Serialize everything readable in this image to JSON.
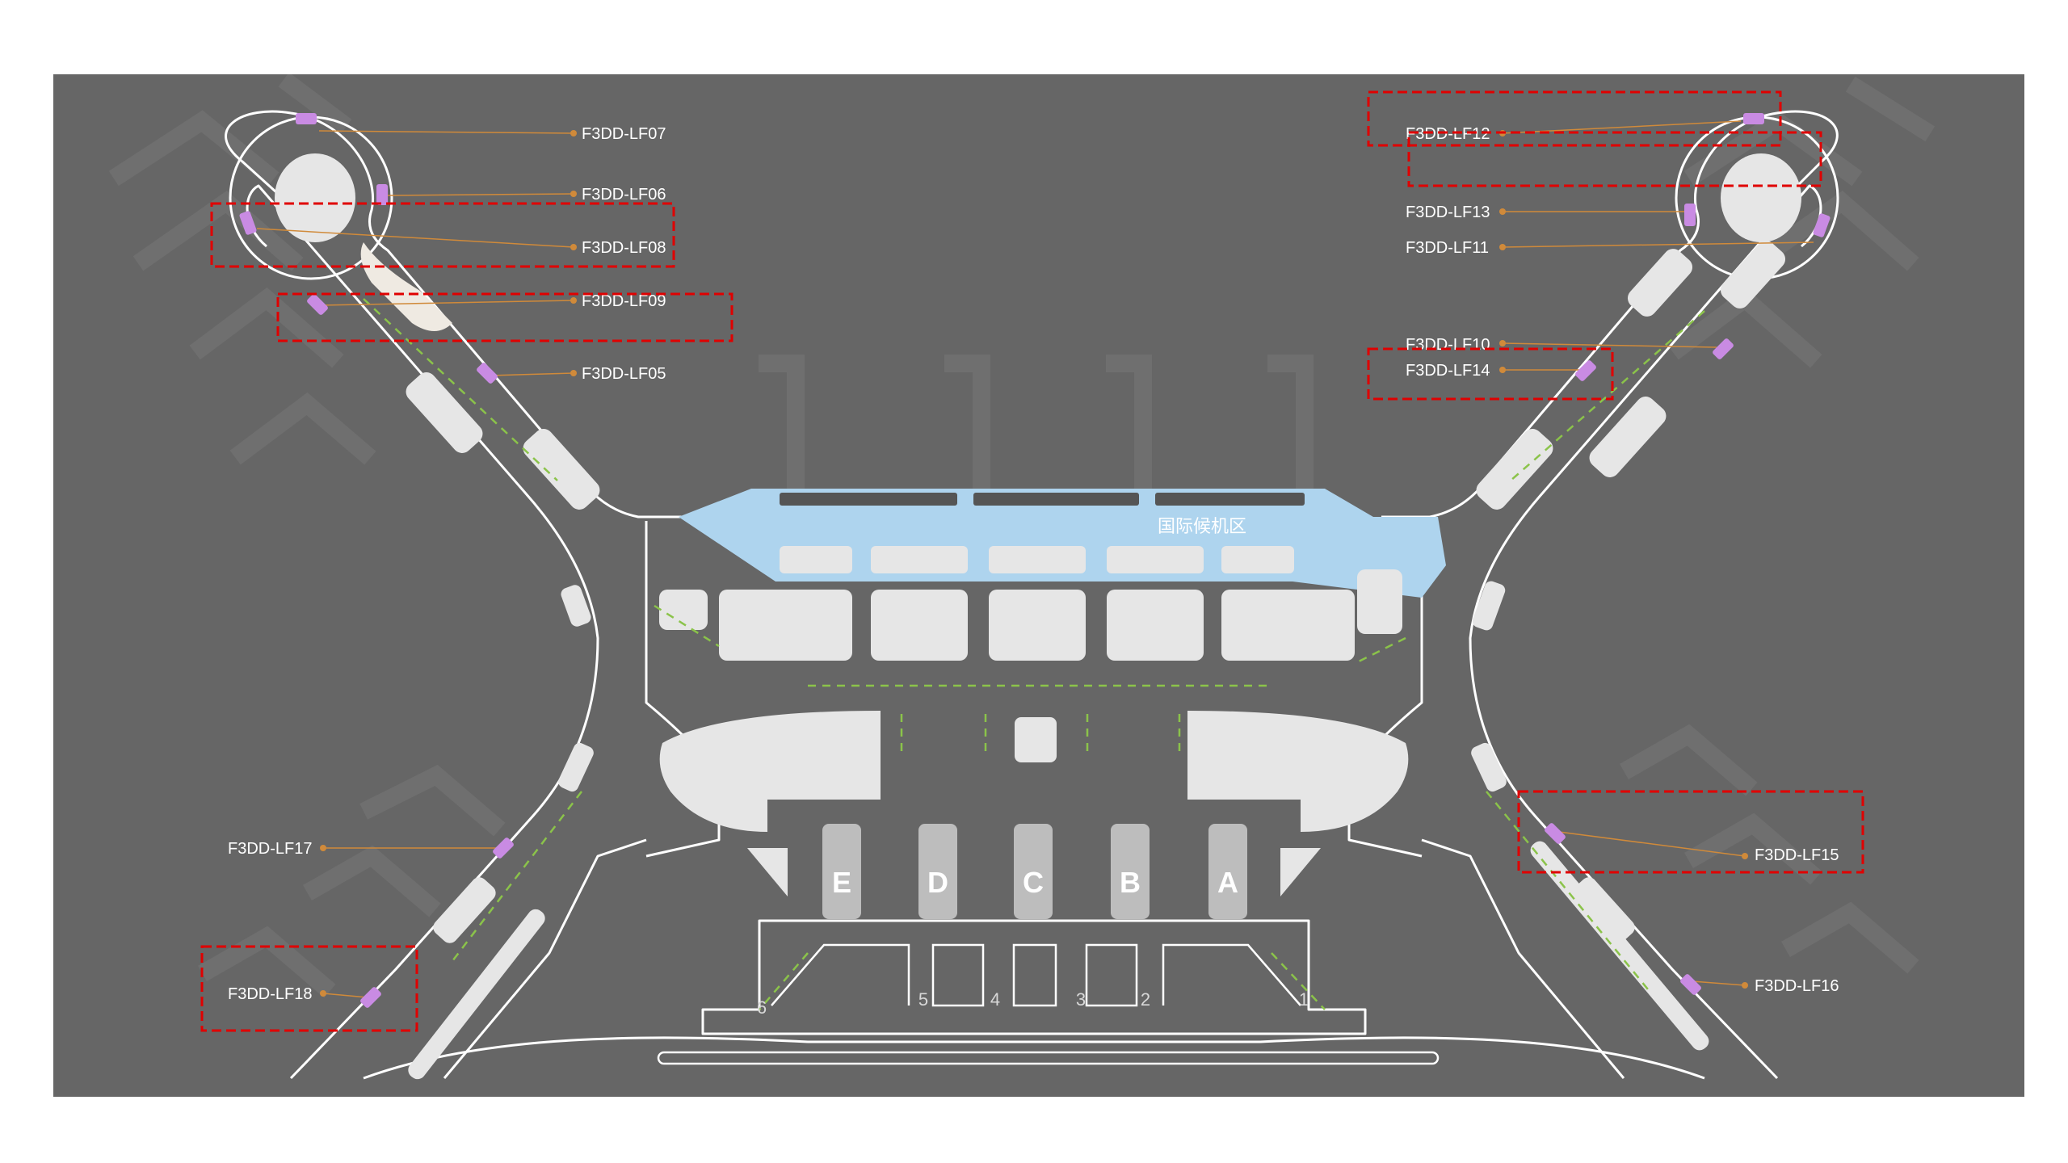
{
  "zone_label": "国际候机区",
  "shops": [
    {
      "id": "F3DD-LF07"
    },
    {
      "id": "F3DD-LF06"
    },
    {
      "id": "F3DD-LF08"
    },
    {
      "id": "F3DD-LF09"
    },
    {
      "id": "F3DD-LF05"
    },
    {
      "id": "F3DD-LF12"
    },
    {
      "id": "F3DD-LF13"
    },
    {
      "id": "F3DD-LF11"
    },
    {
      "id": "F3DD-LF10"
    },
    {
      "id": "F3DD-LF14"
    },
    {
      "id": "F3DD-LF17"
    },
    {
      "id": "F3DD-LF18"
    },
    {
      "id": "F3DD-LF15"
    },
    {
      "id": "F3DD-LF16"
    }
  ],
  "gates": [
    "E",
    "D",
    "C",
    "B",
    "A"
  ],
  "entrances": [
    "6",
    "5",
    "4",
    "3",
    "2",
    "1"
  ],
  "colors": {
    "background": "#666666",
    "floor": "#ffffff",
    "shop_marker": "#c98be3",
    "leader_line": "#d08a3a",
    "highlight_box": "#e00000",
    "international_zone": "#aed4ee",
    "guide_arrow": "#8bc34a"
  }
}
